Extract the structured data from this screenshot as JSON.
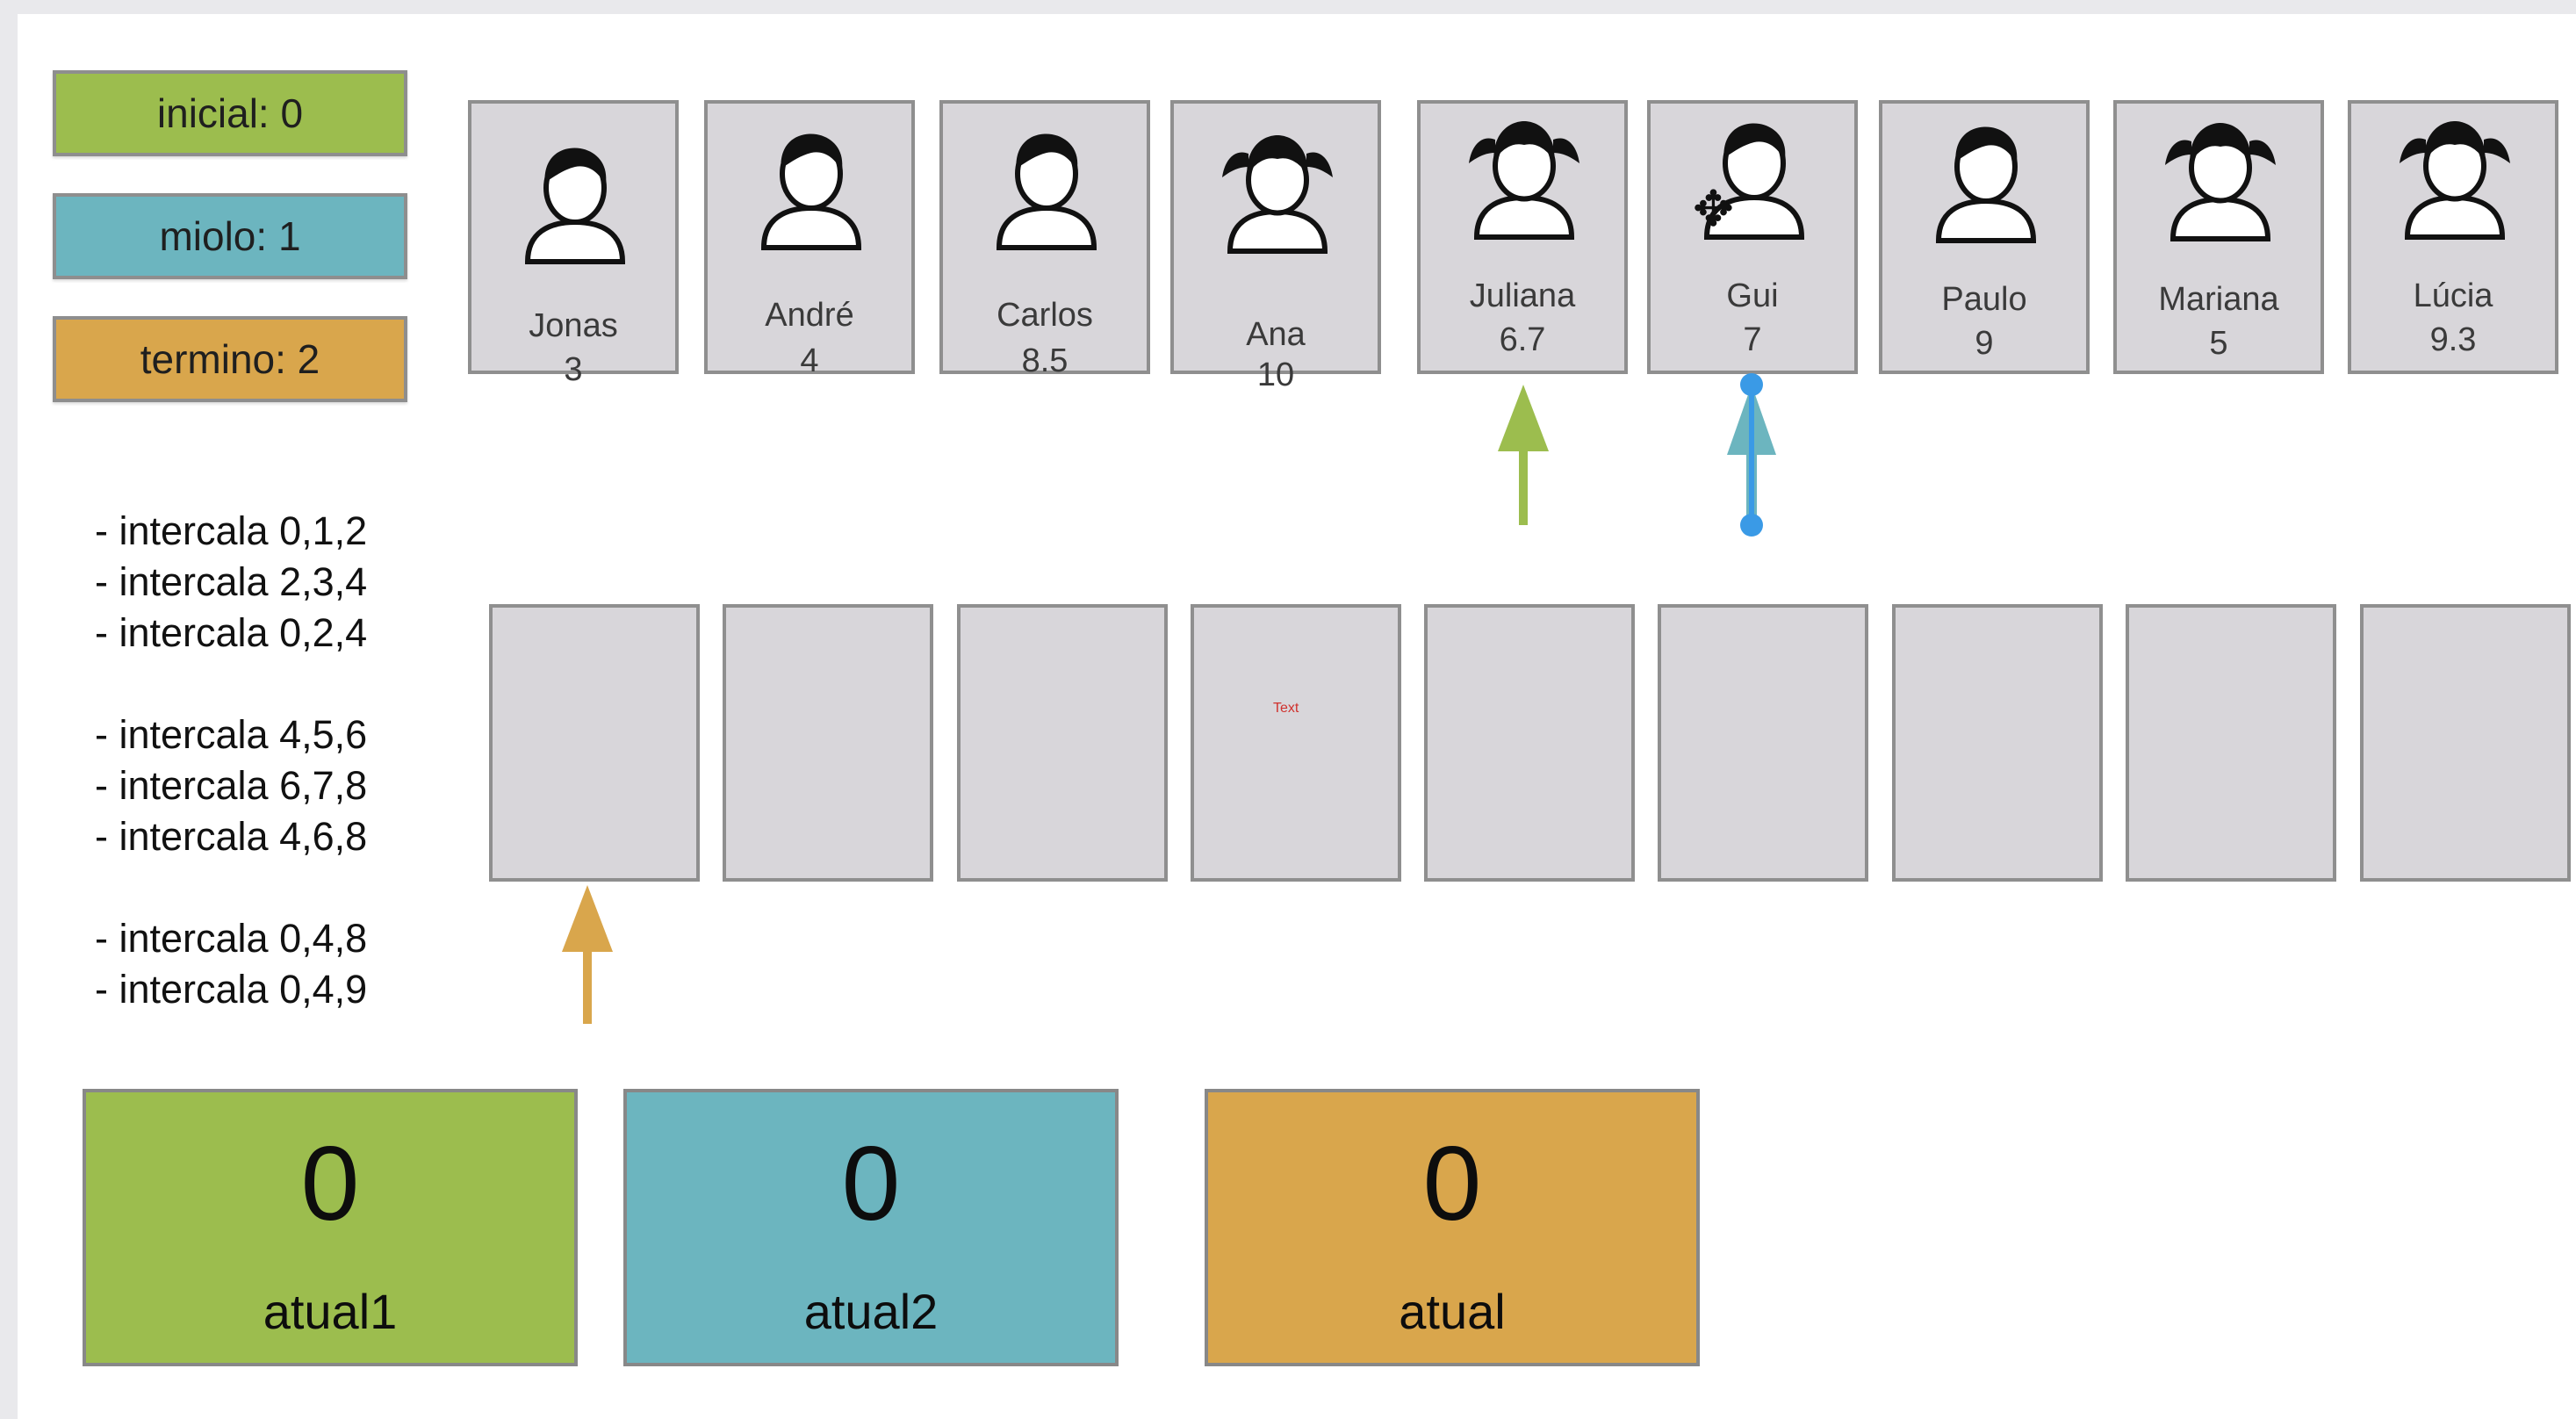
{
  "legend": {
    "inicial": "inicial: 0",
    "miolo": "miolo: 1",
    "termino": "termino: 2"
  },
  "colors": {
    "green": "#9cbd4e",
    "teal": "#6cb5bf",
    "orange": "#d9a64c",
    "blue_selection": "#3a9ae6"
  },
  "people": [
    {
      "name": "Jonas",
      "value": "3",
      "icon": "male-person-icon"
    },
    {
      "name": "André",
      "value": "4",
      "icon": "male-person-icon"
    },
    {
      "name": "Carlos",
      "value": "8.5",
      "icon": "male-person-icon"
    },
    {
      "name": "Ana",
      "value": "10",
      "icon": "female-person-icon"
    },
    {
      "name": "Juliana",
      "value": "6.7",
      "icon": "female-person-icon"
    },
    {
      "name": "Gui",
      "value": "7",
      "icon": "male-person-icon"
    },
    {
      "name": "Paulo",
      "value": "9",
      "icon": "male-person-icon"
    },
    {
      "name": "Mariana",
      "value": "5",
      "icon": "female-person-icon"
    },
    {
      "name": "Lúcia",
      "value": "9.3",
      "icon": "female-person-icon"
    }
  ],
  "operations": [
    "- intercala 0,1,2",
    "- intercala 2,3,4",
    "- intercala 0,2,4",
    "- intercala 4,5,6",
    "- intercala 6,7,8",
    "- intercala 4,6,8",
    "- intercala 0,4,8",
    "- intercala 0,4,9"
  ],
  "placeholder_text": "Text",
  "counters": [
    {
      "value": "0",
      "label": "atual1"
    },
    {
      "value": "0",
      "label": "atual2"
    },
    {
      "value": "0",
      "label": "atual"
    }
  ]
}
